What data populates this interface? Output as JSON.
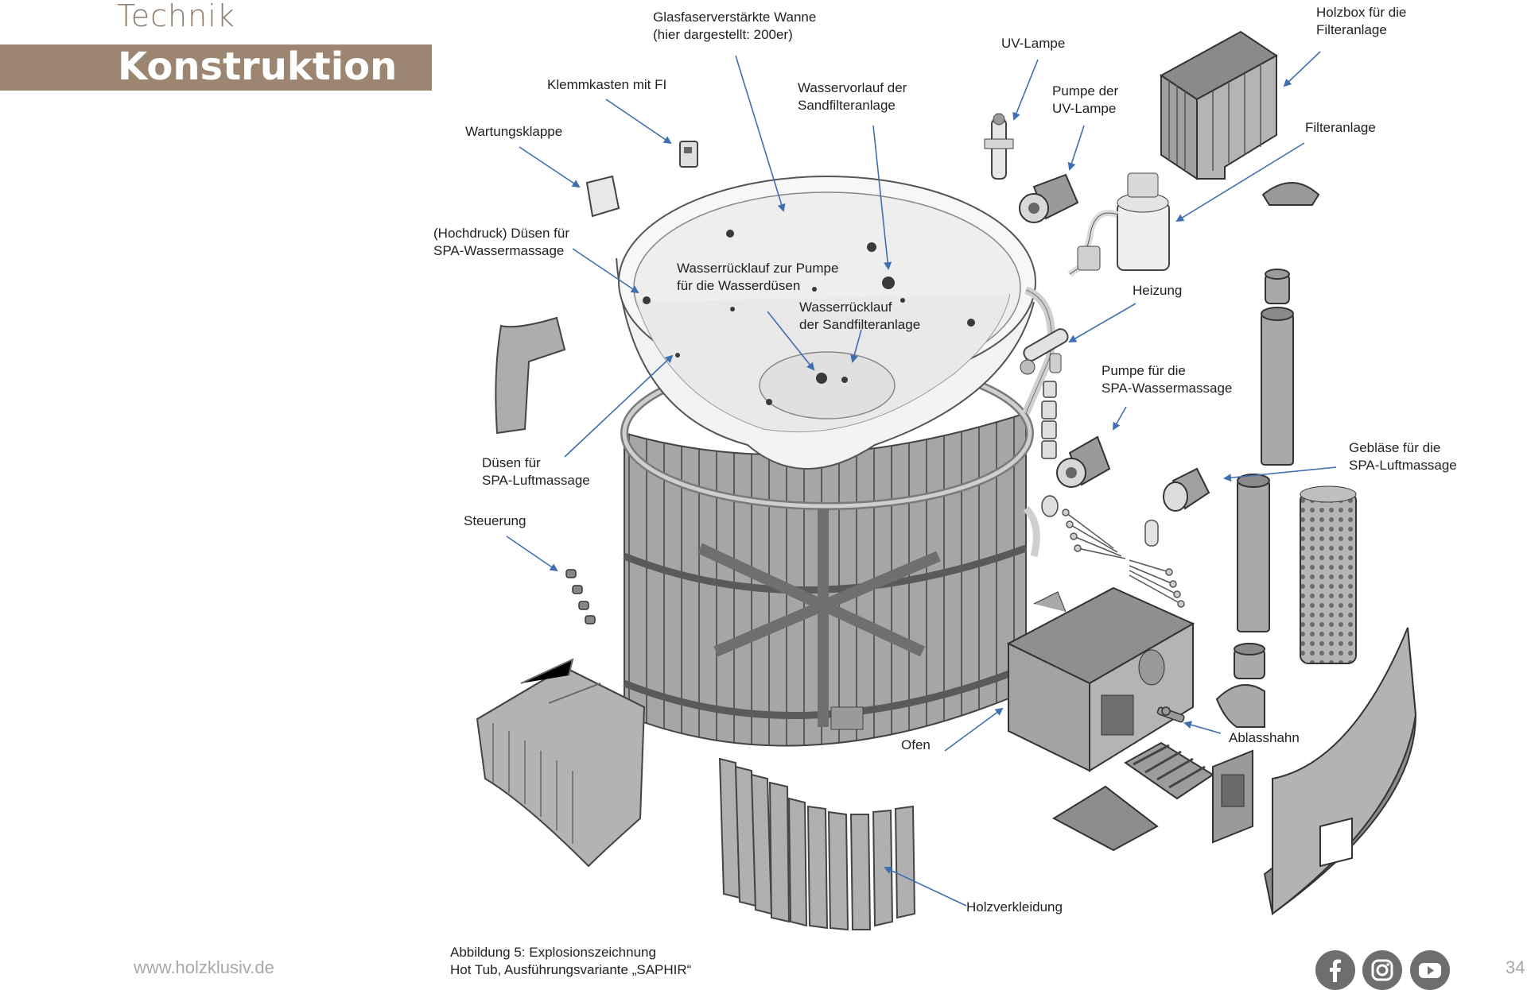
{
  "header": {
    "section": "Technik",
    "title": "Konstruktion"
  },
  "labels": {
    "glasfaser": [
      "Glasfaserverstärkte Wanne",
      "(hier dargestellt: 200er)"
    ],
    "klemmkasten": [
      "Klemmkasten mit FI"
    ],
    "wartung": [
      "Wartungsklappe"
    ],
    "hochdruck": [
      "(Hochdruck) Düsen für",
      "SPA-Wassermassage"
    ],
    "wasservorlauf": [
      "Wasservorlauf der",
      "Sandfilteranlage"
    ],
    "uvlampe": [
      "UV-Lampe"
    ],
    "pumpe_uv": [
      "Pumpe der",
      "UV-Lampe"
    ],
    "holzbox": [
      "Holzbox für die",
      "Filteranlage"
    ],
    "filteranlage": [
      "Filteranlage"
    ],
    "ruecklauf_pumpe": [
      "Wasserrücklauf zur Pumpe",
      "für die Wasserdüsen"
    ],
    "ruecklauf_sand": [
      "Wasserrücklauf",
      "der Sandfilteranlage"
    ],
    "heizung": [
      "Heizung"
    ],
    "pumpe_spa": [
      "Pumpe für die",
      "SPA-Wassermassage"
    ],
    "geblaese": [
      "Gebläse für die",
      "SPA-Luftmassage"
    ],
    "duesen_luft": [
      "Düsen für",
      "SPA-Luftmassage"
    ],
    "steuerung": [
      "Steuerung"
    ],
    "ofen": [
      "Ofen"
    ],
    "ablasshahn": [
      "Ablasshahn"
    ],
    "holzverkleidung": [
      "Holzverkleidung"
    ]
  },
  "caption": [
    "Abbildung 5: Explosionszeichnung",
    "Hot Tub, Ausführungsvariante „SAPHIR“"
  ],
  "footer": {
    "website": "www.holzklusiv.de",
    "page": "34"
  },
  "social": [
    {
      "name": "facebook-icon"
    },
    {
      "name": "instagram-icon"
    },
    {
      "name": "youtube-icon"
    }
  ],
  "colors": {
    "brand_band": "#9c8671",
    "arrow": "#3f6fb0",
    "part_fill": "#a9a9a9",
    "part_dark": "#6d6d6d"
  }
}
